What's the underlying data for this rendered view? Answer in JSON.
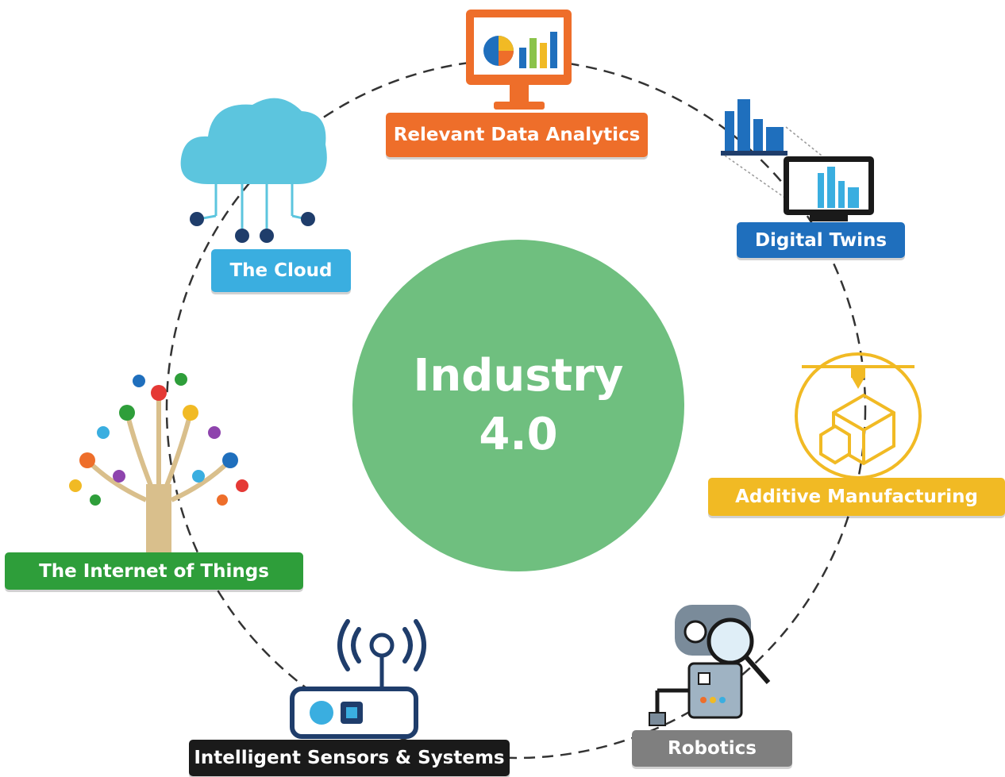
{
  "center": {
    "line1": "Industry",
    "line2": "4.0",
    "color": "#6fbf7f"
  },
  "nodes": [
    {
      "id": "analytics",
      "label": "Relevant Data Analytics",
      "color": "#ee6e2a",
      "icon": "monitor-chart-icon"
    },
    {
      "id": "twins",
      "label": "Digital Twins",
      "color": "#1f6fbd",
      "icon": "factory-monitor-icon"
    },
    {
      "id": "additive",
      "label": "Additive Manufacturing",
      "color": "#f1ba24",
      "icon": "3d-printer-cube-icon"
    },
    {
      "id": "robotics",
      "label": "Robotics",
      "color": "#7f7f7f",
      "icon": "robot-icon"
    },
    {
      "id": "sensors",
      "label": "Intelligent Sensors & Systems",
      "color": "#1a1a1a",
      "icon": "wireless-sensor-icon"
    },
    {
      "id": "iot",
      "label": "The Internet of Things",
      "color": "#2e9e3a",
      "icon": "device-tree-icon"
    },
    {
      "id": "cloud",
      "label": "The Cloud",
      "color": "#3aaee0",
      "icon": "cloud-network-icon"
    }
  ]
}
